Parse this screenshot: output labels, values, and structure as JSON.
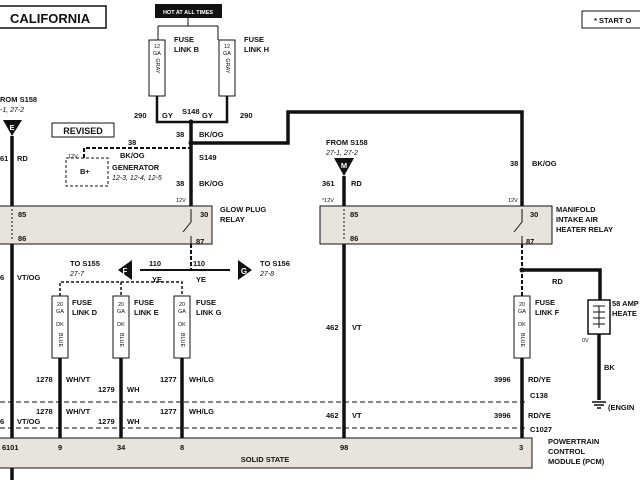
{
  "header": {
    "title": "CALIFORNIA",
    "note": "* START O"
  },
  "power": {
    "hot_label": "HOT AT ALL TIMES"
  },
  "fuses": {
    "b": {
      "ga": "12",
      "ga_unit": "GA",
      "color": "GRAY",
      "line1": "FUSE",
      "line2": "LINK B"
    },
    "h": {
      "ga": "12",
      "ga_unit": "GA",
      "color": "GRAY",
      "line1": "FUSE",
      "line2": "LINK H"
    },
    "d": {
      "ga": "20",
      "ga_unit": "GA",
      "color1": "DK",
      "color2": "BLUE",
      "line1": "FUSE",
      "line2": "LINK D"
    },
    "e": {
      "ga": "20",
      "ga_unit": "GA",
      "color1": "DK",
      "color2": "BLUE",
      "line1": "FUSE",
      "line2": "LINK E"
    },
    "g": {
      "ga": "20",
      "ga_unit": "GA",
      "color1": "DK",
      "color2": "BLUE",
      "line1": "FUSE",
      "line2": "LINK G"
    },
    "f": {
      "ga": "20",
      "ga_unit": "GA",
      "color1": "DK",
      "color2": "BLUE",
      "line1": "FUSE",
      "line2": "LINK F"
    }
  },
  "wires": {
    "w290_left": "290",
    "gy_left": "GY",
    "w290_right": "290",
    "gy_right": "GY",
    "w38": "38",
    "bkog": "BK/OG"
  },
  "splices": {
    "s148": "S148",
    "s149": "S149"
  },
  "generator": {
    "revised": "REVISED",
    "terminal": "B+",
    "volt": "12V",
    "label": "GENERATOR",
    "ref": "12-3, 12-4, 12-5"
  },
  "left": {
    "from": "ROM S158",
    "ref": "-1, 27-2",
    "connector": "E",
    "wire_num": "61",
    "wire_color": "RD",
    "vtog_num": "6",
    "vtog": "VT/OG"
  },
  "glow_relay": {
    "pin85": "85",
    "pin86": "86",
    "pin30": "30",
    "pin87": "87",
    "volt": "12V",
    "line1": "GLOW PLUG",
    "line2": "RELAY"
  },
  "bus": {
    "num": "110",
    "color": "YE",
    "left_conn": "F",
    "right_conn": "G",
    "left_to": "TO S155",
    "left_ref": "27-7",
    "right_to": "TO S156",
    "right_ref": "27-8"
  },
  "manifold": {
    "from": "FROM S158",
    "ref": "27-1, 27-2",
    "connector": "M",
    "wire_num": "361",
    "wire_color": "RD",
    "volt": "*12V",
    "w462": "462",
    "w462_color": "VT"
  },
  "manifold_relay": {
    "pin85": "85",
    "pin86": "86",
    "pin30": "30",
    "pin87": "87",
    "volt": "12V",
    "line1": "MANIFOLD",
    "line2": "INTAKE AIR",
    "line3": "HEATER RELAY"
  },
  "heater": {
    "rd": "RD",
    "amp": "58 AMP",
    "label": "HEATE",
    "volt": "0V",
    "bk": "BK",
    "ground": "(ENGIN"
  },
  "connectors": {
    "c138": "C138",
    "c1027": "C1027"
  },
  "pcm": {
    "w1278": "1278",
    "whvt": "WH/VT",
    "w1279": "1279",
    "wh": "WH",
    "w1277": "1277",
    "whlg": "WH/LG",
    "w3996": "3996",
    "rdye": "RD/YE",
    "pin101_prefix": "6",
    "pin101": "101",
    "pin9": "9",
    "pin34": "34",
    "pin8": "8",
    "pin98": "98",
    "pin3": "3",
    "solid_state": "SOLID STATE",
    "label1": "POWERTRAIN",
    "label2": "CONTROL",
    "label3": "MODULE (PCM)"
  }
}
